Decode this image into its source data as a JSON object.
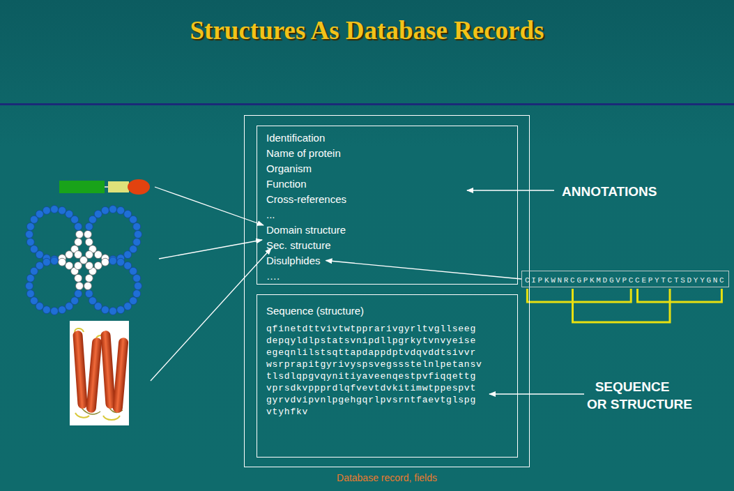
{
  "diagram": {
    "title": "Structures As Database Records",
    "nodes": [
      {
        "text": [
          "Database record, fields"
        ]
      },
      {
        "text": [
          "Identification",
          "Name of protein",
          "Organism",
          "Function",
          "Cross-references",
          "...",
          "Domain structure",
          "Sec. structure",
          "Disulphides",
          "…."
        ],
        "in": 0
      },
      {
        "text": [
          "Sequence (structure)",
          "qfinetdttvivtwtpprarivgyrltvgllseeg depqyldlpstatsvnipdllpgrkytvnvyeise egeqnlilstsqttapdappdptvdqvddtsivvr wsrprapitgyrivyspsvegssstelnlpetansv tlsdlqpgvqynitiyaveenqestpvfiqqettg vprsdkvppprdlqfvevtdvkitimwtppespvt gyrvdvipvnlpgehgqrlpvsrntfaevtglspg vtyhfkv"
        ],
        "in": 0
      },
      {
        "text": [
          "CIPKWNRCGPKMDGVPCCEPYTCTSDYYGNC"
        ]
      }
    ],
    "edges": [
      {
        "from": 3,
        "to": 1,
        "arrow": "to"
      }
    ],
    "labels": [
      "ANNOTATIONS",
      "SEQUENCE OR STRUCTURE"
    ]
  }
}
